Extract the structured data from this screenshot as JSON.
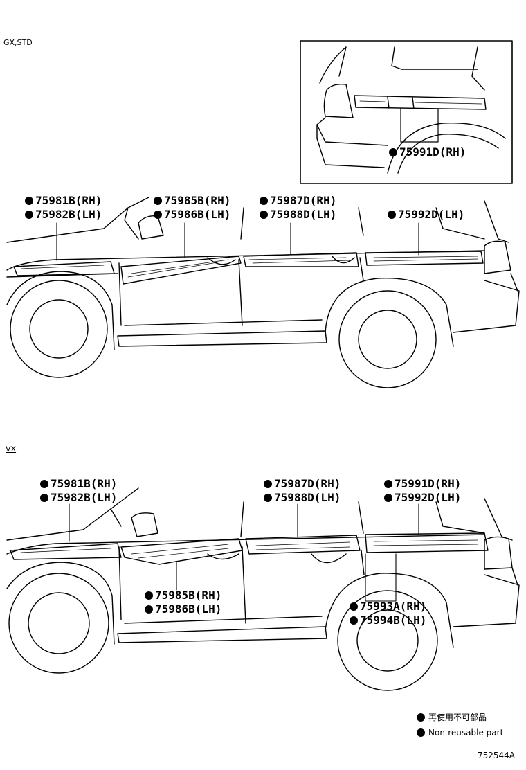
{
  "sections": {
    "top_label": "GX,STD",
    "bottom_label": "VX"
  },
  "callouts_top": {
    "inset_part": "75991D(RH)",
    "c1a": "75981B(RH)",
    "c1b": "75982B(LH)",
    "c2a": "75985B(RH)",
    "c2b": "75986B(LH)",
    "c3a": "75987D(RH)",
    "c3b": "75988D(LH)",
    "c4": "75992D(LH)"
  },
  "callouts_bottom": {
    "c1a": "75981B(RH)",
    "c1b": "75982B(LH)",
    "c3a": "75987D(RH)",
    "c3b": "75988D(LH)",
    "c4a": "75991D(RH)",
    "c4b": "75992D(LH)",
    "c2a": "75985B(RH)",
    "c2b": "75986B(LH)",
    "c5a": "75993A(RH)",
    "c5b": "75994B(LH)"
  },
  "legend": {
    "line1": "再使用不可部品",
    "line2": "Non-reusable part"
  },
  "diagram_id": "752544A"
}
